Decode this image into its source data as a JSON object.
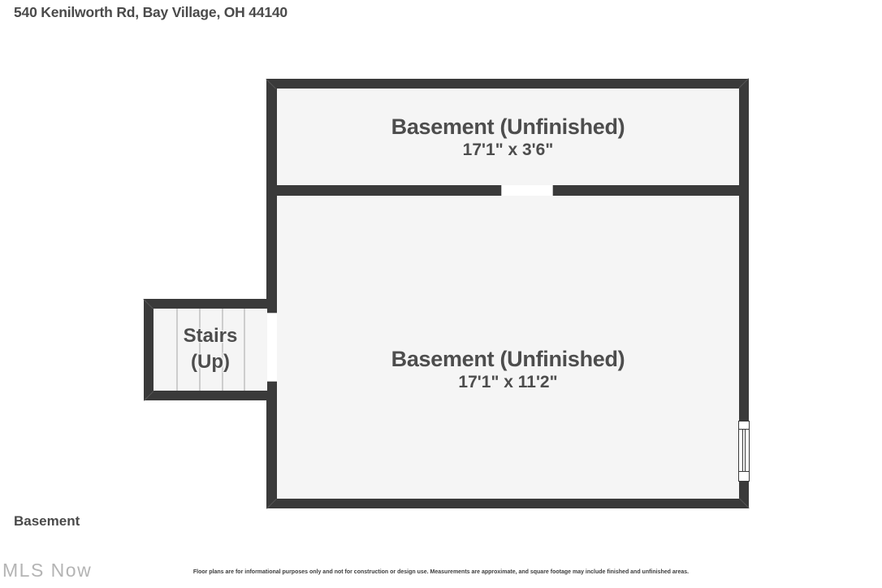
{
  "header": {
    "address": "540 Kenilworth Rd, Bay Village, OH 44140"
  },
  "floor_label": "Basement",
  "rooms": [
    {
      "name": "Basement (Unfinished)",
      "dimensions": "17'1\" x 3'6\""
    },
    {
      "name": "Basement (Unfinished)",
      "dimensions": "17'1\" x 11'2\""
    },
    {
      "name": "Stairs",
      "direction": "(Up)"
    }
  ],
  "symbols": {
    "window": "window-symbol",
    "stair_tread_lines": 4,
    "door_openings": 2
  },
  "branding": {
    "logo_text": "MLS Now"
  },
  "disclaimer": "Floor plans are for informational purposes only and not for construction or design use. Measurements are approximate, and square footage may include finished and unfinished areas.",
  "colors": {
    "wall": "#3a3a3a",
    "fill": "#f5f5f5",
    "ink": "#4d4d4d",
    "heading": "#4a4a4a",
    "tread": "#cdcdcd",
    "door_edge": "#c2c2c2",
    "logo": "#b4b4b4",
    "page": "#ffffff"
  }
}
